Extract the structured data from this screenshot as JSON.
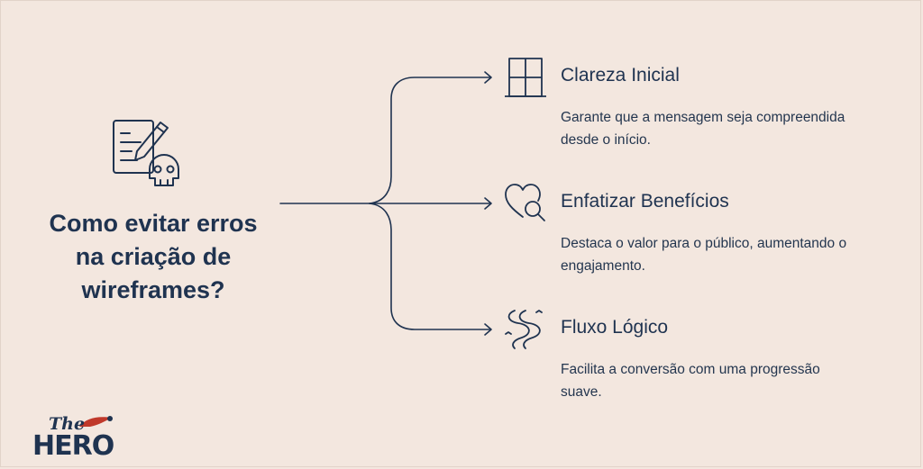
{
  "main": {
    "title_lines": [
      "Como evitar erros",
      "na criação de",
      "wireframes?"
    ],
    "icon": "document-pencil-skull-icon"
  },
  "branches": [
    {
      "icon": "window-icon",
      "title": "Clareza Inicial",
      "description_lines": [
        "Garante que a mensagem seja compreendida",
        "desde o início."
      ]
    },
    {
      "icon": "heart-magnifier-icon",
      "title": "Enfatizar Benefícios",
      "description_lines": [
        "Destaca o valor para o público, aumentando o",
        "engajamento."
      ]
    },
    {
      "icon": "river-flow-icon",
      "title": "Fluxo Lógico",
      "description_lines": [
        "Facilita a conversão com uma progressão",
        "suave."
      ]
    }
  ],
  "logo": {
    "small": "The",
    "large": "HERO"
  },
  "colors": {
    "background": "#f3e7df",
    "ink": "#1f3350",
    "accent": "#c0392b"
  }
}
